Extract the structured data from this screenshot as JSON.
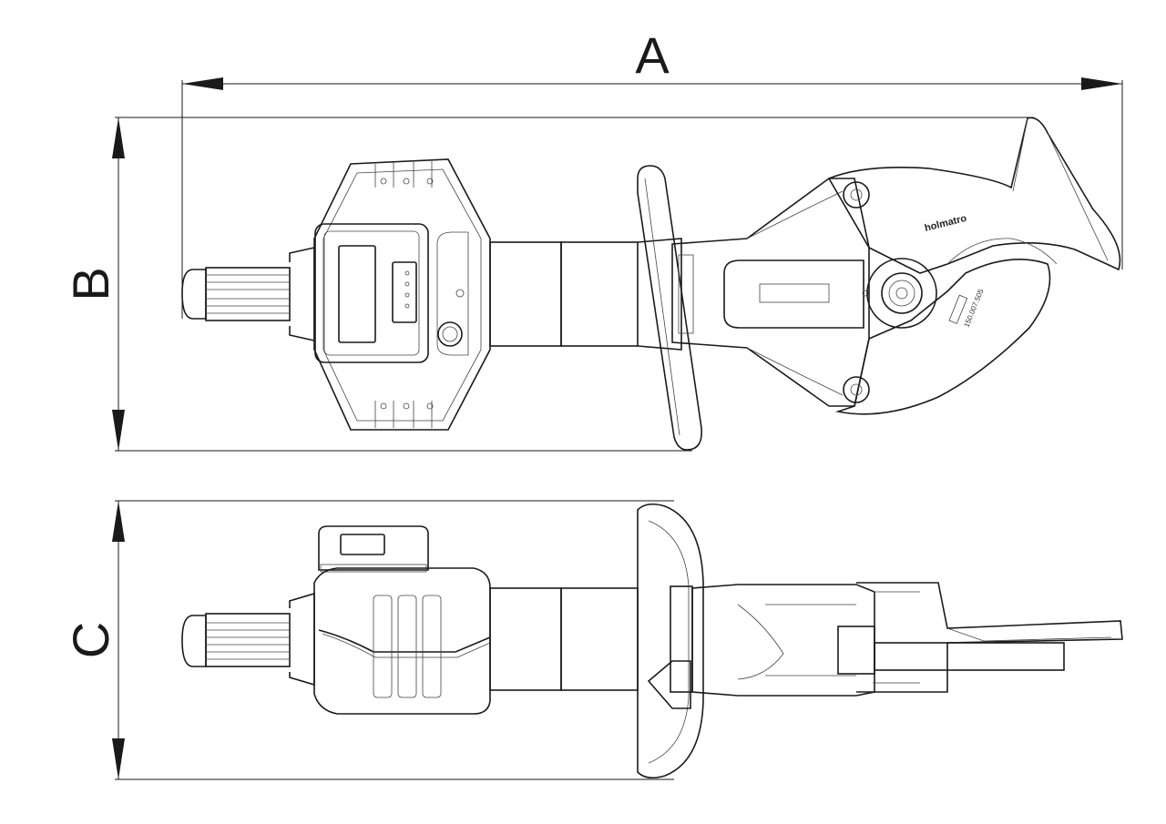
{
  "dimensions": {
    "a": "A",
    "b": "B",
    "c": "C"
  },
  "tool": {
    "brand": "holmatro",
    "serial": "150.007.505"
  }
}
